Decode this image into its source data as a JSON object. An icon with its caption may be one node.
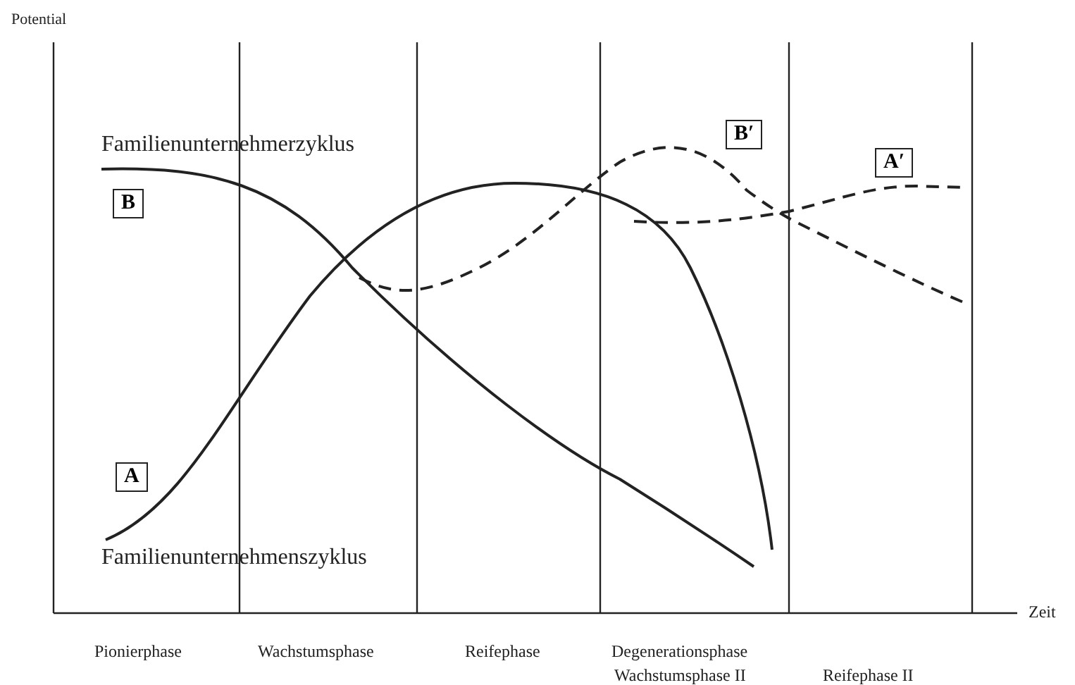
{
  "diagram": {
    "nodes": [
      {
        "text": [
          "B′"
        ]
      },
      {
        "text": [
          "A′"
        ]
      },
      {
        "text": [
          "B"
        ]
      },
      {
        "text": [
          "A"
        ]
      }
    ],
    "edges": [],
    "labels": [
      "Potential",
      "Familienunternehmerzyklus",
      "Familienunternehmenszyklus",
      "Zeit",
      "Pionierphase",
      "Wachstumsphase",
      "Reifephase",
      "Degenerationsphase",
      "Wachstumsphase II",
      "Reifephase II"
    ]
  }
}
